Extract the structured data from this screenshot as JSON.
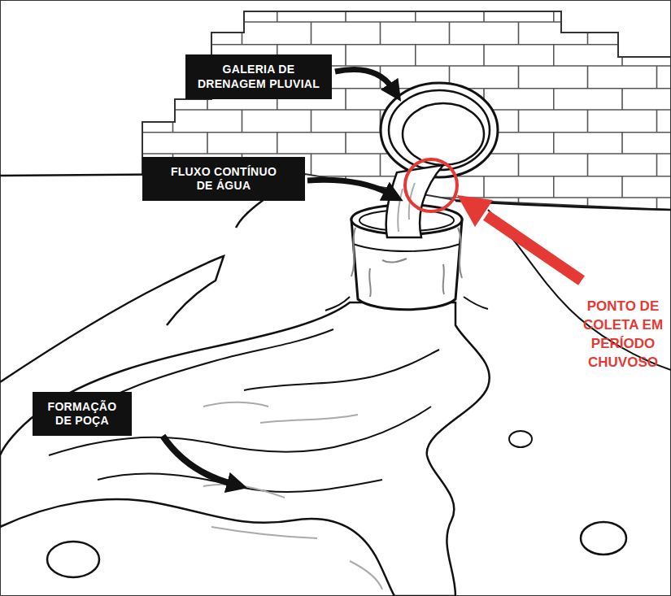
{
  "diagram": {
    "nodes": [
      {
        "text": [
          "GALERIA DE DRENAGEM PLUVIAL"
        ]
      },
      {
        "text": [
          "FLUXO CONTÍNUO DE ÁGUA"
        ]
      },
      {
        "text": [
          "FORMAÇÃO DE POÇA"
        ]
      }
    ],
    "labels": [
      "PONTO DE COLETA EM PERÍODO CHUVOSO"
    ]
  }
}
